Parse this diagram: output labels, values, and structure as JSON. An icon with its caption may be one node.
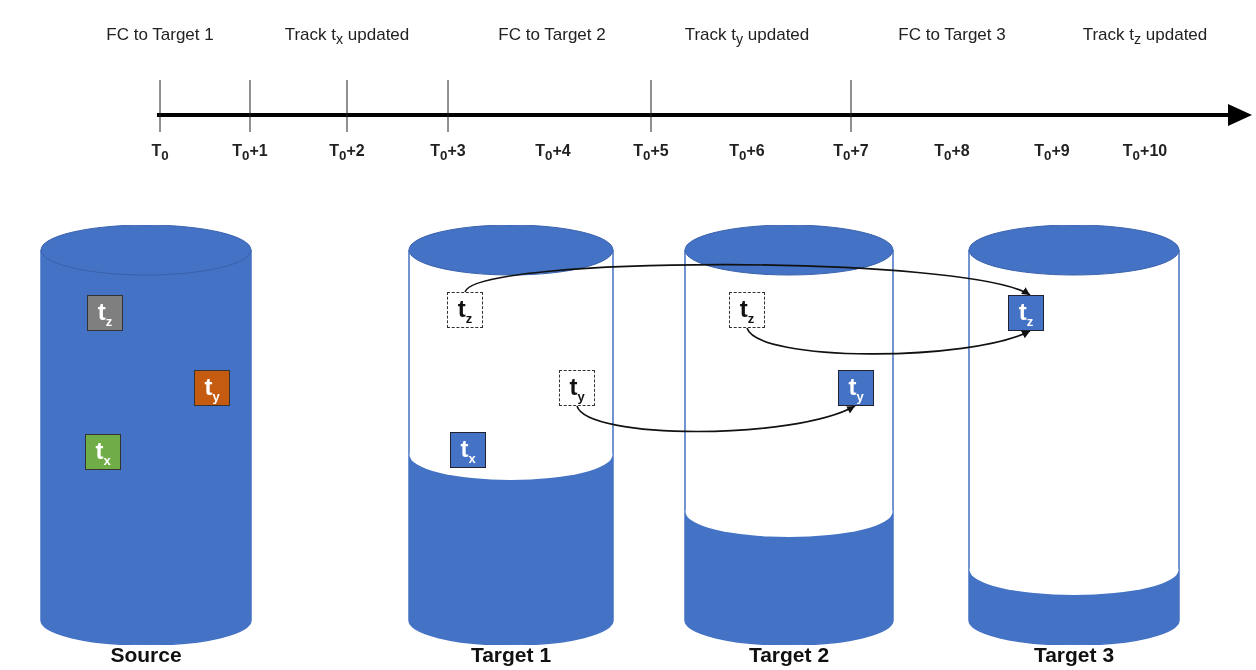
{
  "diagram": {
    "nodes": [
      {
        "text": [
          "Source"
        ]
      },
      {
        "text": [
          "t$_{z}$"
        ],
        "in": 0
      },
      {
        "text": [
          "t$_{y}$"
        ],
        "in": 0
      },
      {
        "text": [
          "t$_{x}$"
        ],
        "in": 0
      },
      {
        "text": [
          "Target 1"
        ]
      },
      {
        "text": [
          "t$_{z}$"
        ],
        "in": 4
      },
      {
        "text": [
          "t$_{y}$"
        ],
        "in": 4
      },
      {
        "text": [
          "t$_{x}$"
        ],
        "in": 4
      },
      {
        "text": [
          "Target 2"
        ]
      },
      {
        "text": [
          "t$_{z}$"
        ],
        "in": 8
      },
      {
        "text": [
          "t$_{y}$"
        ],
        "in": 8
      },
      {
        "text": [
          "Target 3"
        ]
      },
      {
        "text": [
          "t$_{z}$"
        ],
        "in": 11
      }
    ],
    "edges": [
      {
        "from": 5,
        "to": 12,
        "arrow": "to"
      },
      {
        "from": 6,
        "to": 10,
        "arrow": "to"
      },
      {
        "from": 9,
        "to": 12,
        "arrow": "to"
      }
    ],
    "labels": [
      "FC to Target 1",
      "Track t$_{x}$ updated",
      "FC to Target 2",
      "Track t$_{y}$ updated",
      "FC to Target 3",
      "Track t$_{z}$ updated",
      "T$_{0}$",
      "T$_{0}$+1",
      "T$_{0}$+2",
      "T$_{0}$+3",
      "T$_{0}$+4",
      "T$_{0}$+5",
      "T$_{0}$+6",
      "T$_{0}$+7",
      "T$_{0}$+8",
      "T$_{0}$+9",
      "T$_{0}$+10"
    ]
  }
}
